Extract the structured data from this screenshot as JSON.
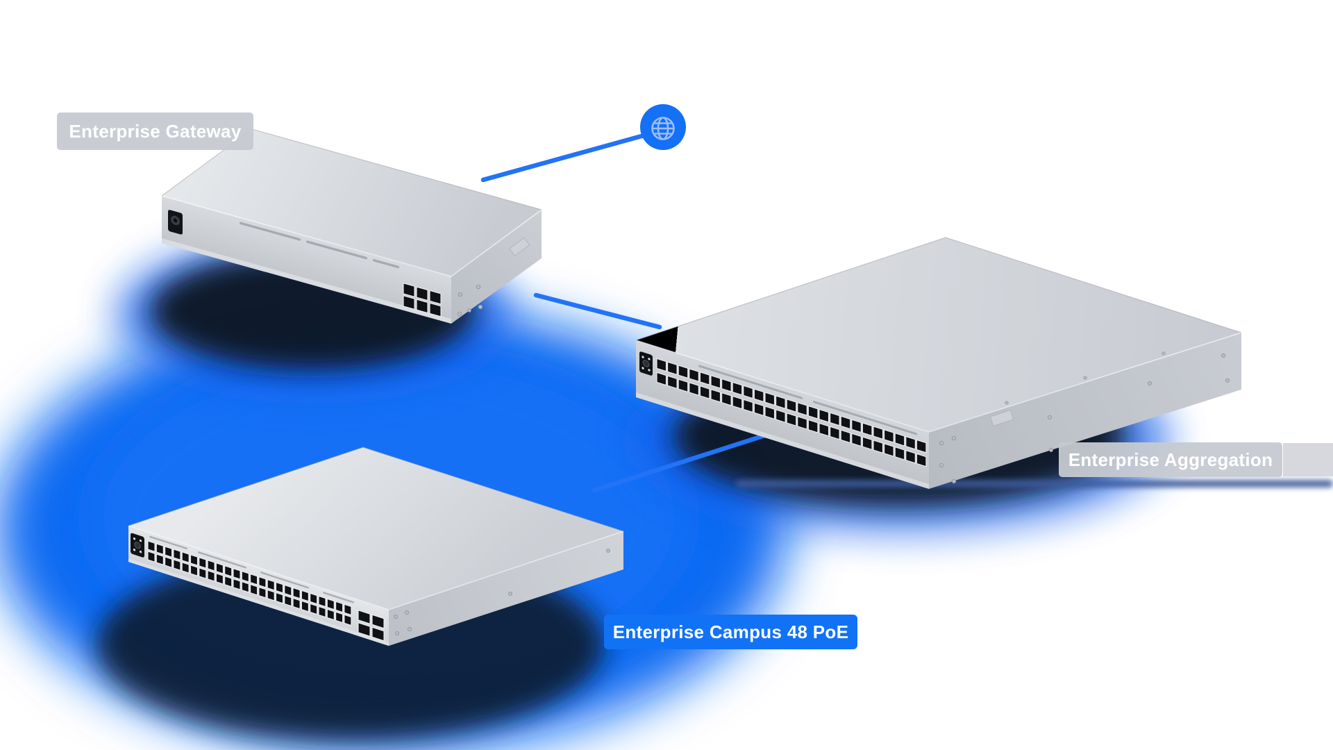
{
  "labels": {
    "gateway": "Enterprise Gateway",
    "aggregation": "Enterprise Aggregation",
    "campus": "Enterprise Campus 48 PoE"
  },
  "icons": {
    "globe": "internet-globe-icon"
  },
  "colors": {
    "accent_blue": "#146EF5",
    "glow_blue": "#0F6BF2",
    "line_blue": "#2273F5",
    "label_blue_bg": "#1272F5",
    "label_gray_bg": "#C6CAD1",
    "label_text": "#FFFFFF",
    "shadow_navy": "#0A1322",
    "globe_glyph": "#9BBEF9",
    "device_gray": "#D5D8DD"
  },
  "devices": [
    {
      "id": "gateway",
      "name": "Enterprise Gateway",
      "ports": {
        "rj45": 2,
        "sfp": 4
      },
      "has_power_inlet": true
    },
    {
      "id": "aggregation",
      "name": "Enterprise Aggregation",
      "ports": {
        "sfp": 50
      },
      "has_led_panel": true
    },
    {
      "id": "campus",
      "name": "Enterprise Campus 48 PoE",
      "ports": {
        "rj45": 48,
        "sfp": 4
      },
      "has_led_panel": true
    }
  ],
  "connections": [
    {
      "from": "internet-globe",
      "to": "gateway"
    },
    {
      "from": "gateway",
      "to": "aggregation"
    },
    {
      "from": "aggregation",
      "to": "campus"
    }
  ]
}
